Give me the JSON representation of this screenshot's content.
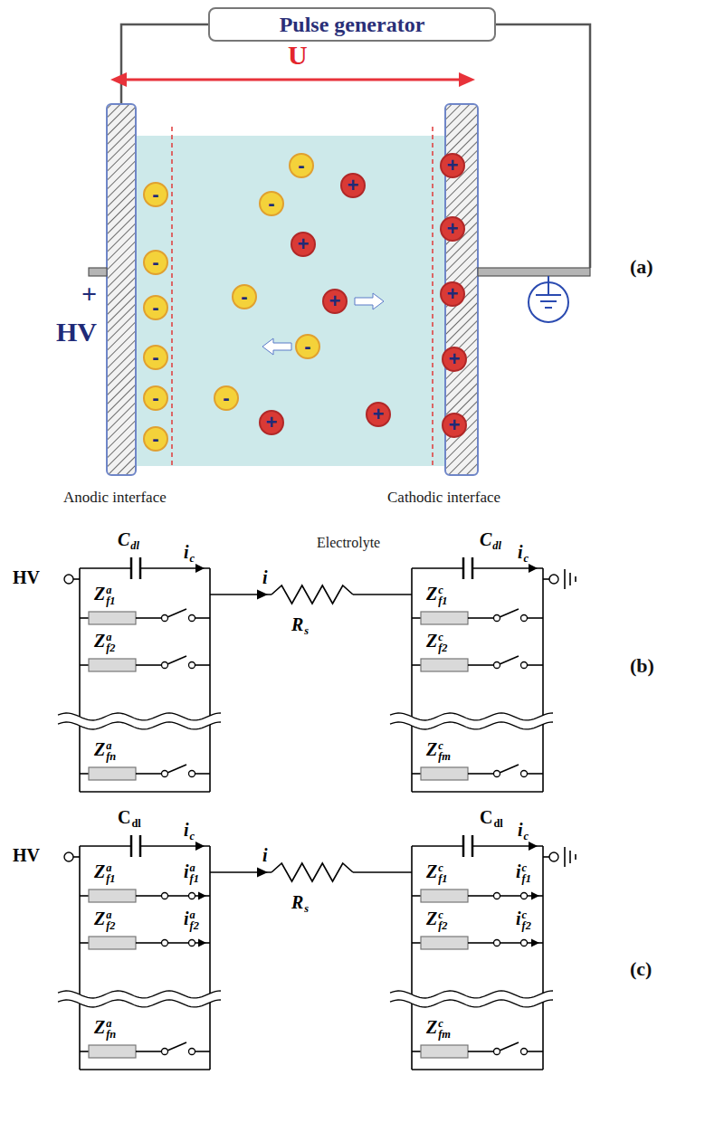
{
  "diagram": {
    "nodes": [
      {
        "text": [
          "Pulse generator"
        ]
      },
      {
        "text": [
          "-"
        ]
      },
      {
        "text": [
          "+"
        ]
      },
      {
        "text": [
          "+"
        ]
      },
      {
        "text": [
          "-"
        ]
      },
      {
        "text": [
          "-"
        ]
      },
      {
        "text": [
          "+"
        ]
      },
      {
        "text": [
          "+"
        ]
      },
      {
        "text": [
          "-"
        ]
      },
      {
        "text": [
          "+"
        ]
      },
      {
        "text": [
          "-"
        ]
      },
      {
        "text": [
          "+"
        ]
      },
      {
        "text": [
          "-"
        ]
      },
      {
        "text": [
          "-"
        ]
      },
      {
        "text": [
          "-"
        ]
      },
      {
        "text": [
          "+"
        ]
      },
      {
        "text": [
          "-"
        ]
      },
      {
        "text": [
          "-"
        ]
      },
      {
        "text": [
          "+"
        ]
      },
      {
        "text": [
          "+"
        ]
      },
      {
        "text": [
          "+"
        ]
      },
      {
        "text": [
          "-"
        ]
      }
    ],
    "labels": [
      "U",
      "+",
      "HV",
      "Anodic interface",
      "Cathodic interface",
      "(a)",
      "C",
      "dl",
      "i",
      "c",
      "HV",
      "Z",
      "a",
      "f1",
      "Z",
      "a",
      "f2",
      "Z",
      "a",
      "fn",
      "i",
      "Electrolyte",
      "R",
      "s",
      "C",
      "dl",
      "i",
      "c",
      "Z",
      "c",
      "f1",
      "Z",
      "c",
      "f2",
      "Z",
      "c",
      "fm",
      "(b)",
      "C",
      "dl",
      "i",
      "c",
      "HV",
      "Z",
      "a",
      "f1",
      "i",
      "a",
      "f1",
      "Z",
      "a",
      "f2",
      "i",
      "a",
      "f2",
      "Z",
      "a",
      "fn",
      "i",
      "R",
      "s",
      "C",
      "dl",
      "i",
      "c",
      "Z",
      "c",
      "f1",
      "i",
      "c",
      "f1",
      "Z",
      "c",
      "f2",
      "i",
      "c",
      "f2",
      "Z",
      "c",
      "fm",
      "(c)"
    ]
  }
}
